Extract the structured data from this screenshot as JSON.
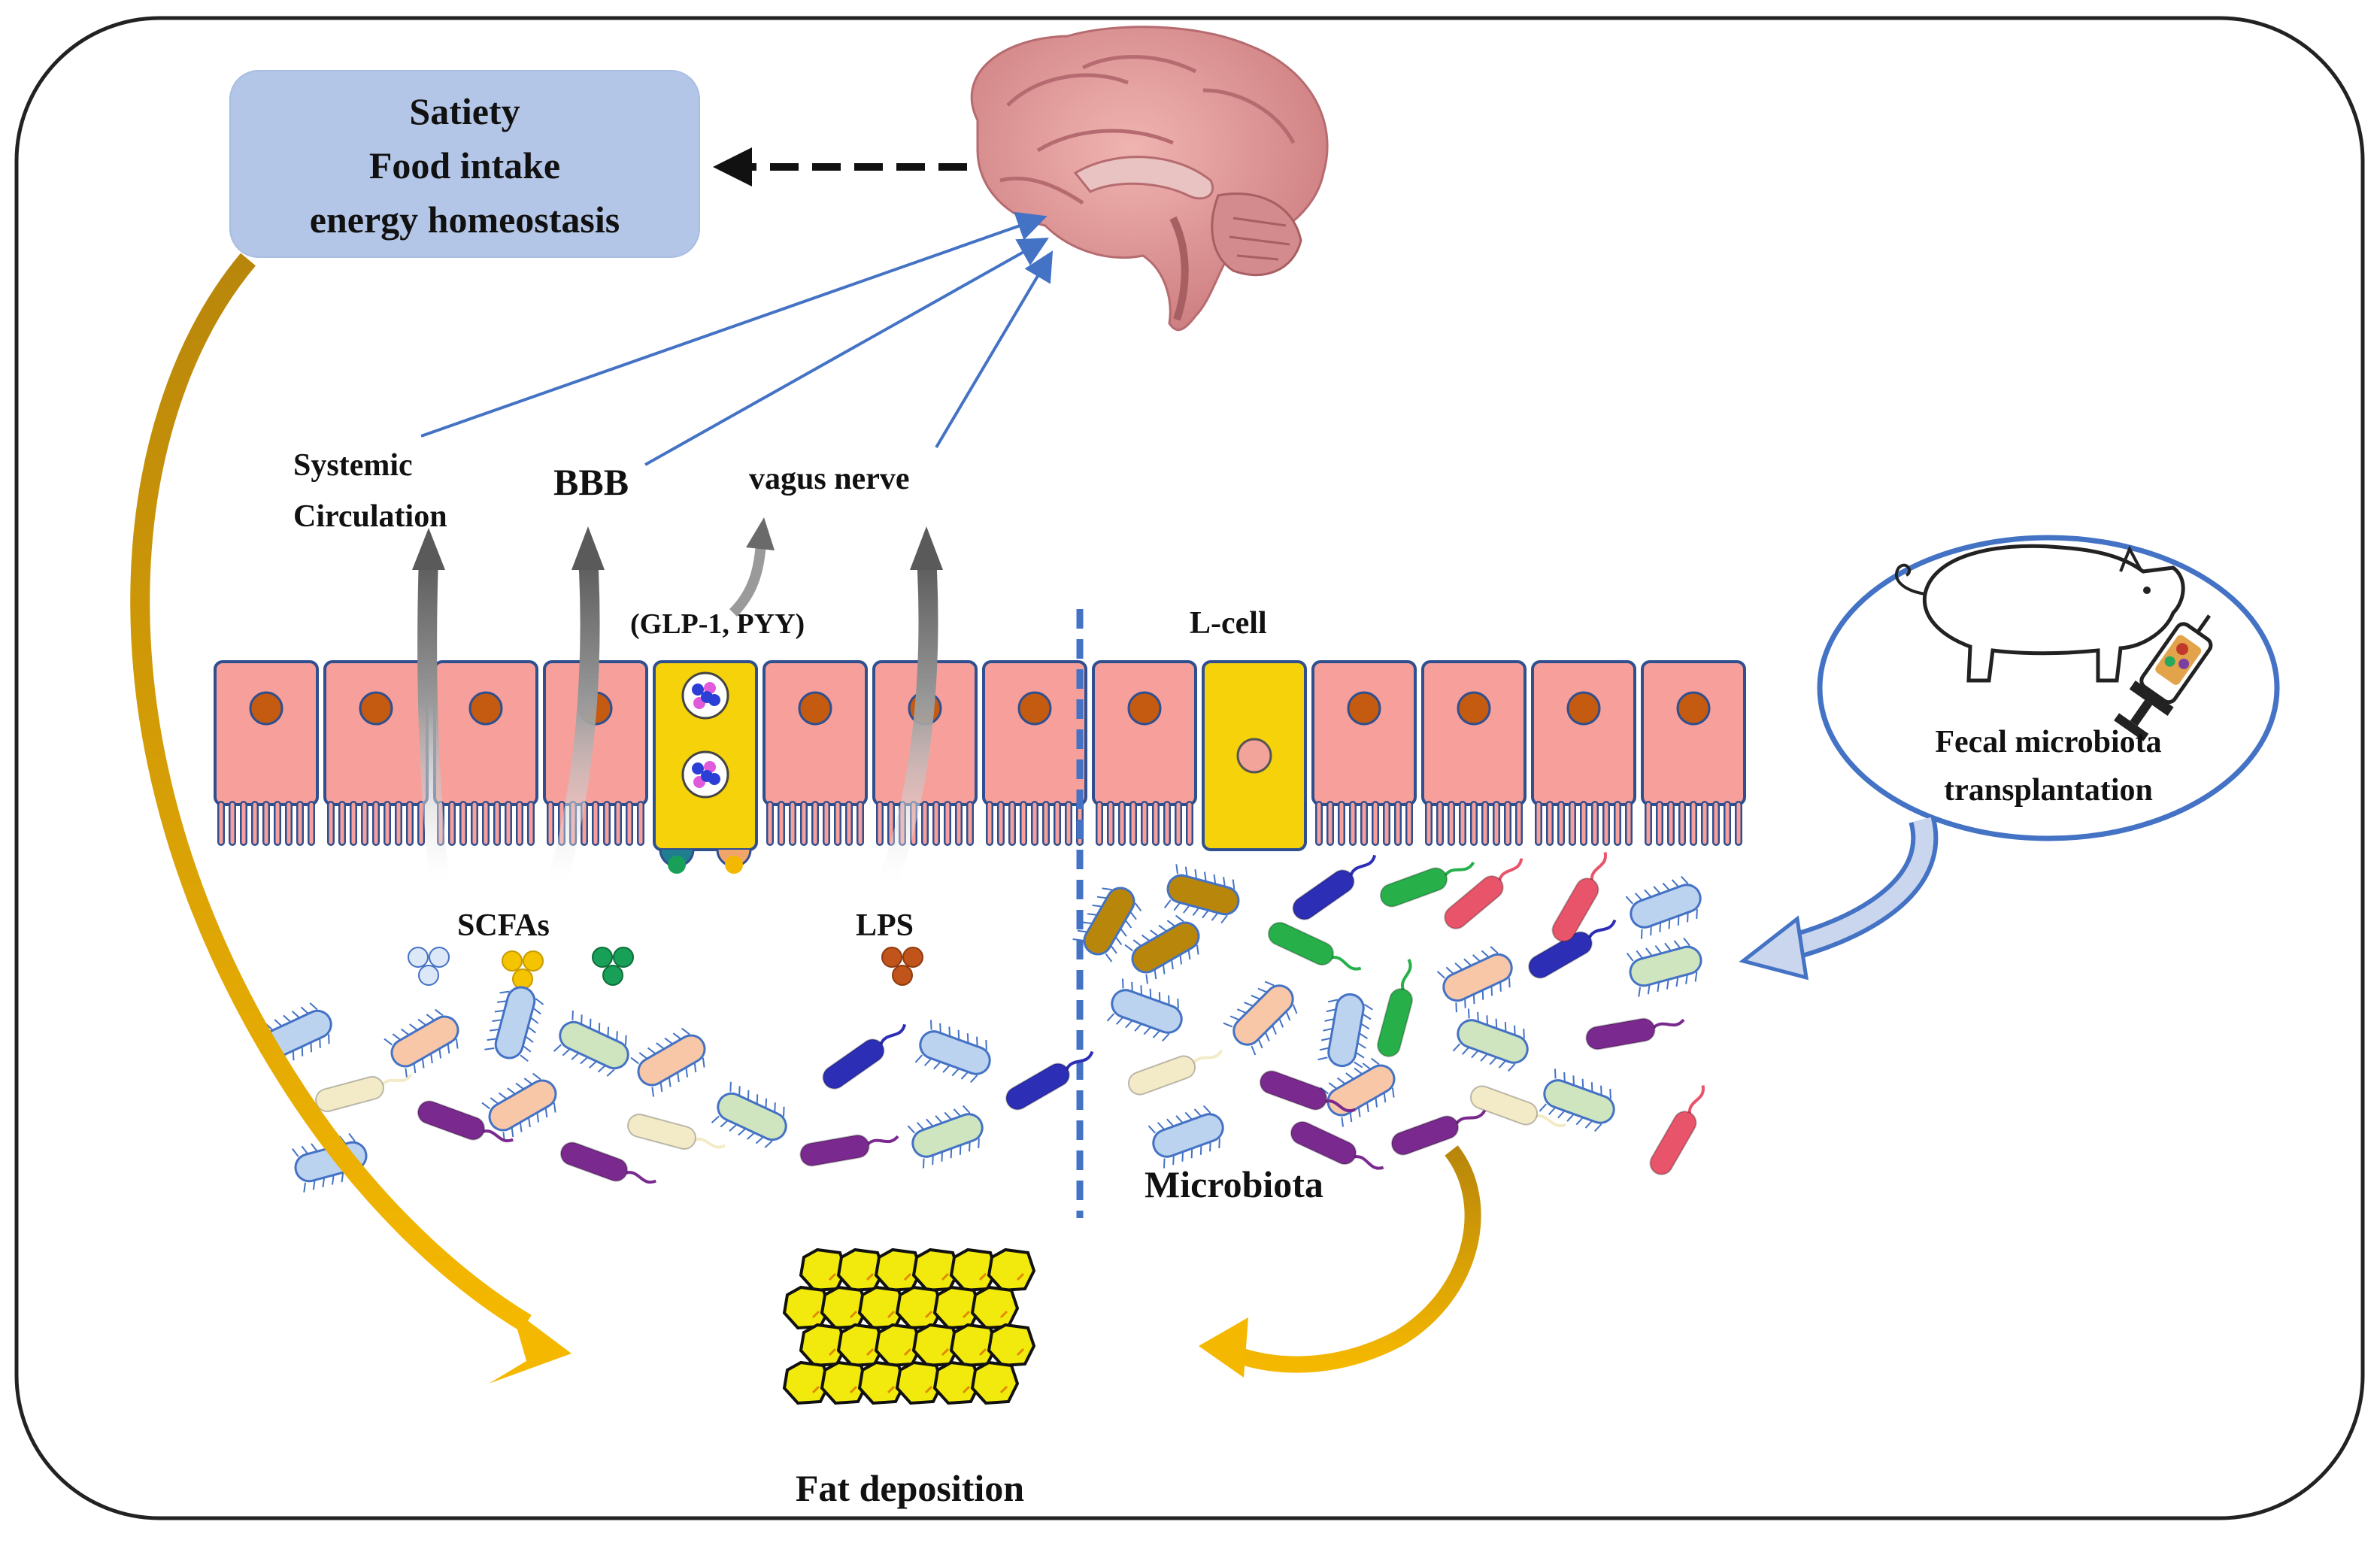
{
  "outcome_box": {
    "line1": "Satiety",
    "line2": "Food intake",
    "line3": "energy homeostasis"
  },
  "pathways": {
    "systemic_line1": "Systemic",
    "systemic_line2": "Circulation",
    "bbb": "BBB",
    "vagus": "vagus nerve"
  },
  "hormones": "(GLP-1, PYY)",
  "lcell": "L-cell",
  "metabolites": {
    "scfas": "SCFAs",
    "lps": "LPS"
  },
  "microbiota": "Microbiota",
  "fmt": {
    "line1": "Fecal microbiota",
    "line2": "transplantation"
  },
  "fat": "Fat deposition",
  "colors": {
    "box_fill": "#b4c6e7",
    "enterocyte": "#f7a09b",
    "nucleus": "#c55a11",
    "lcell": "#f5d20a",
    "arrow_blue": "#4472c4",
    "arrow_gold": "#e6a817",
    "fat": "#f2ea0c"
  },
  "icons": [
    "brain-icon",
    "pig-icon",
    "syringe-icon"
  ]
}
